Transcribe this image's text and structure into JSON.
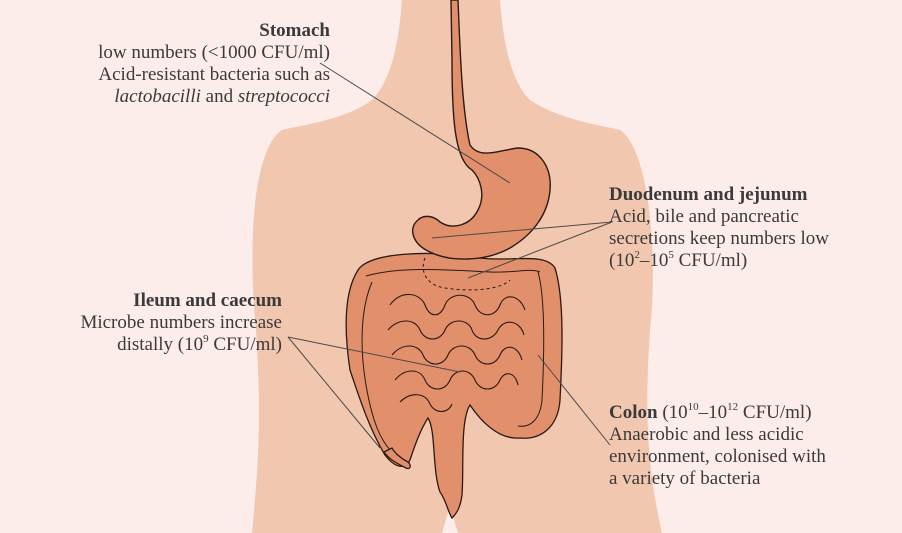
{
  "colors": {
    "background": "#fcecea",
    "body_silhouette": "#f2c7b0",
    "organ_fill": "#e2906c",
    "outline": "#2a1a14",
    "text": "#3a3a3a"
  },
  "labels": {
    "stomach": {
      "title": "Stomach",
      "line1": "low numbers (<1000 CFU/ml)",
      "line2": "Acid-resistant bacteria such as",
      "italic1": "lactobacilli",
      "and": " and ",
      "italic2": "streptococci"
    },
    "duodenum": {
      "title": "Duodenum and jejunum",
      "line1": "Acid, bile and pancreatic",
      "line2": "secretions keep numbers low",
      "range_open": "(10",
      "exp1": "2",
      "dash": "–10",
      "exp2": "5",
      "range_close": " CFU/ml)"
    },
    "ileum": {
      "title": "Ileum and caecum",
      "line1": "Microbe numbers increase",
      "line2_pre": "distally (10",
      "exp": "9",
      "line2_post": " CFU/ml)"
    },
    "colon": {
      "title": "Colon",
      "range_open": " (10",
      "exp1": "10",
      "dash": "–10",
      "exp2": "12",
      "range_close": " CFU/ml)",
      "line1": "Anaerobic and less acidic",
      "line2": "environment, colonised with",
      "line3": "a variety of bacteria"
    }
  }
}
